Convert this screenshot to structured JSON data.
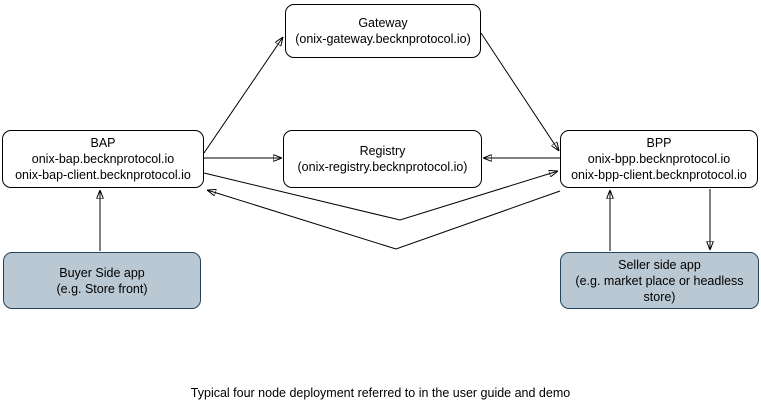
{
  "diagram": {
    "nodes": {
      "gateway": {
        "lines": [
          "Gateway",
          "(onix-gateway.becknprotocol.io)"
        ]
      },
      "bap": {
        "lines": [
          "BAP",
          "onix-bap.becknprotocol.io",
          "onix-bap-client.becknprotocol.io"
        ]
      },
      "registry": {
        "lines": [
          "Registry",
          "(onix-registry.becknprotocol.io)"
        ]
      },
      "bpp": {
        "lines": [
          "BPP",
          "onix-bpp.becknprotocol.io",
          "onix-bpp-client.becknprotocol.io"
        ]
      },
      "buyer_app": {
        "lines": [
          "Buyer Side app",
          "(e.g. Store front)"
        ]
      },
      "seller_app": {
        "lines": [
          "Seller side app",
          "(e.g. market place or headless store)"
        ]
      }
    },
    "connections": [
      {
        "from": "BAP",
        "to": "Gateway"
      },
      {
        "from": "Gateway",
        "to": "BPP"
      },
      {
        "from": "BAP",
        "to": "Registry"
      },
      {
        "from": "BPP",
        "to": "Registry"
      },
      {
        "from": "BAP",
        "to": "BPP"
      },
      {
        "from": "BPP",
        "to": "BAP"
      },
      {
        "from": "Buyer Side app",
        "to": "BAP"
      },
      {
        "from": "Seller side app",
        "to": "BPP"
      },
      {
        "from": "BPP",
        "to": "Seller side app"
      }
    ],
    "caption": "Typical four node deployment referred to in the user guide and demo",
    "colors": {
      "node_fill": "#ffffff",
      "node_stroke": "#000000",
      "app_fill": "#bac8d3",
      "app_stroke": "#23445d",
      "arrow": "#000000",
      "background": "#ffffff"
    }
  }
}
